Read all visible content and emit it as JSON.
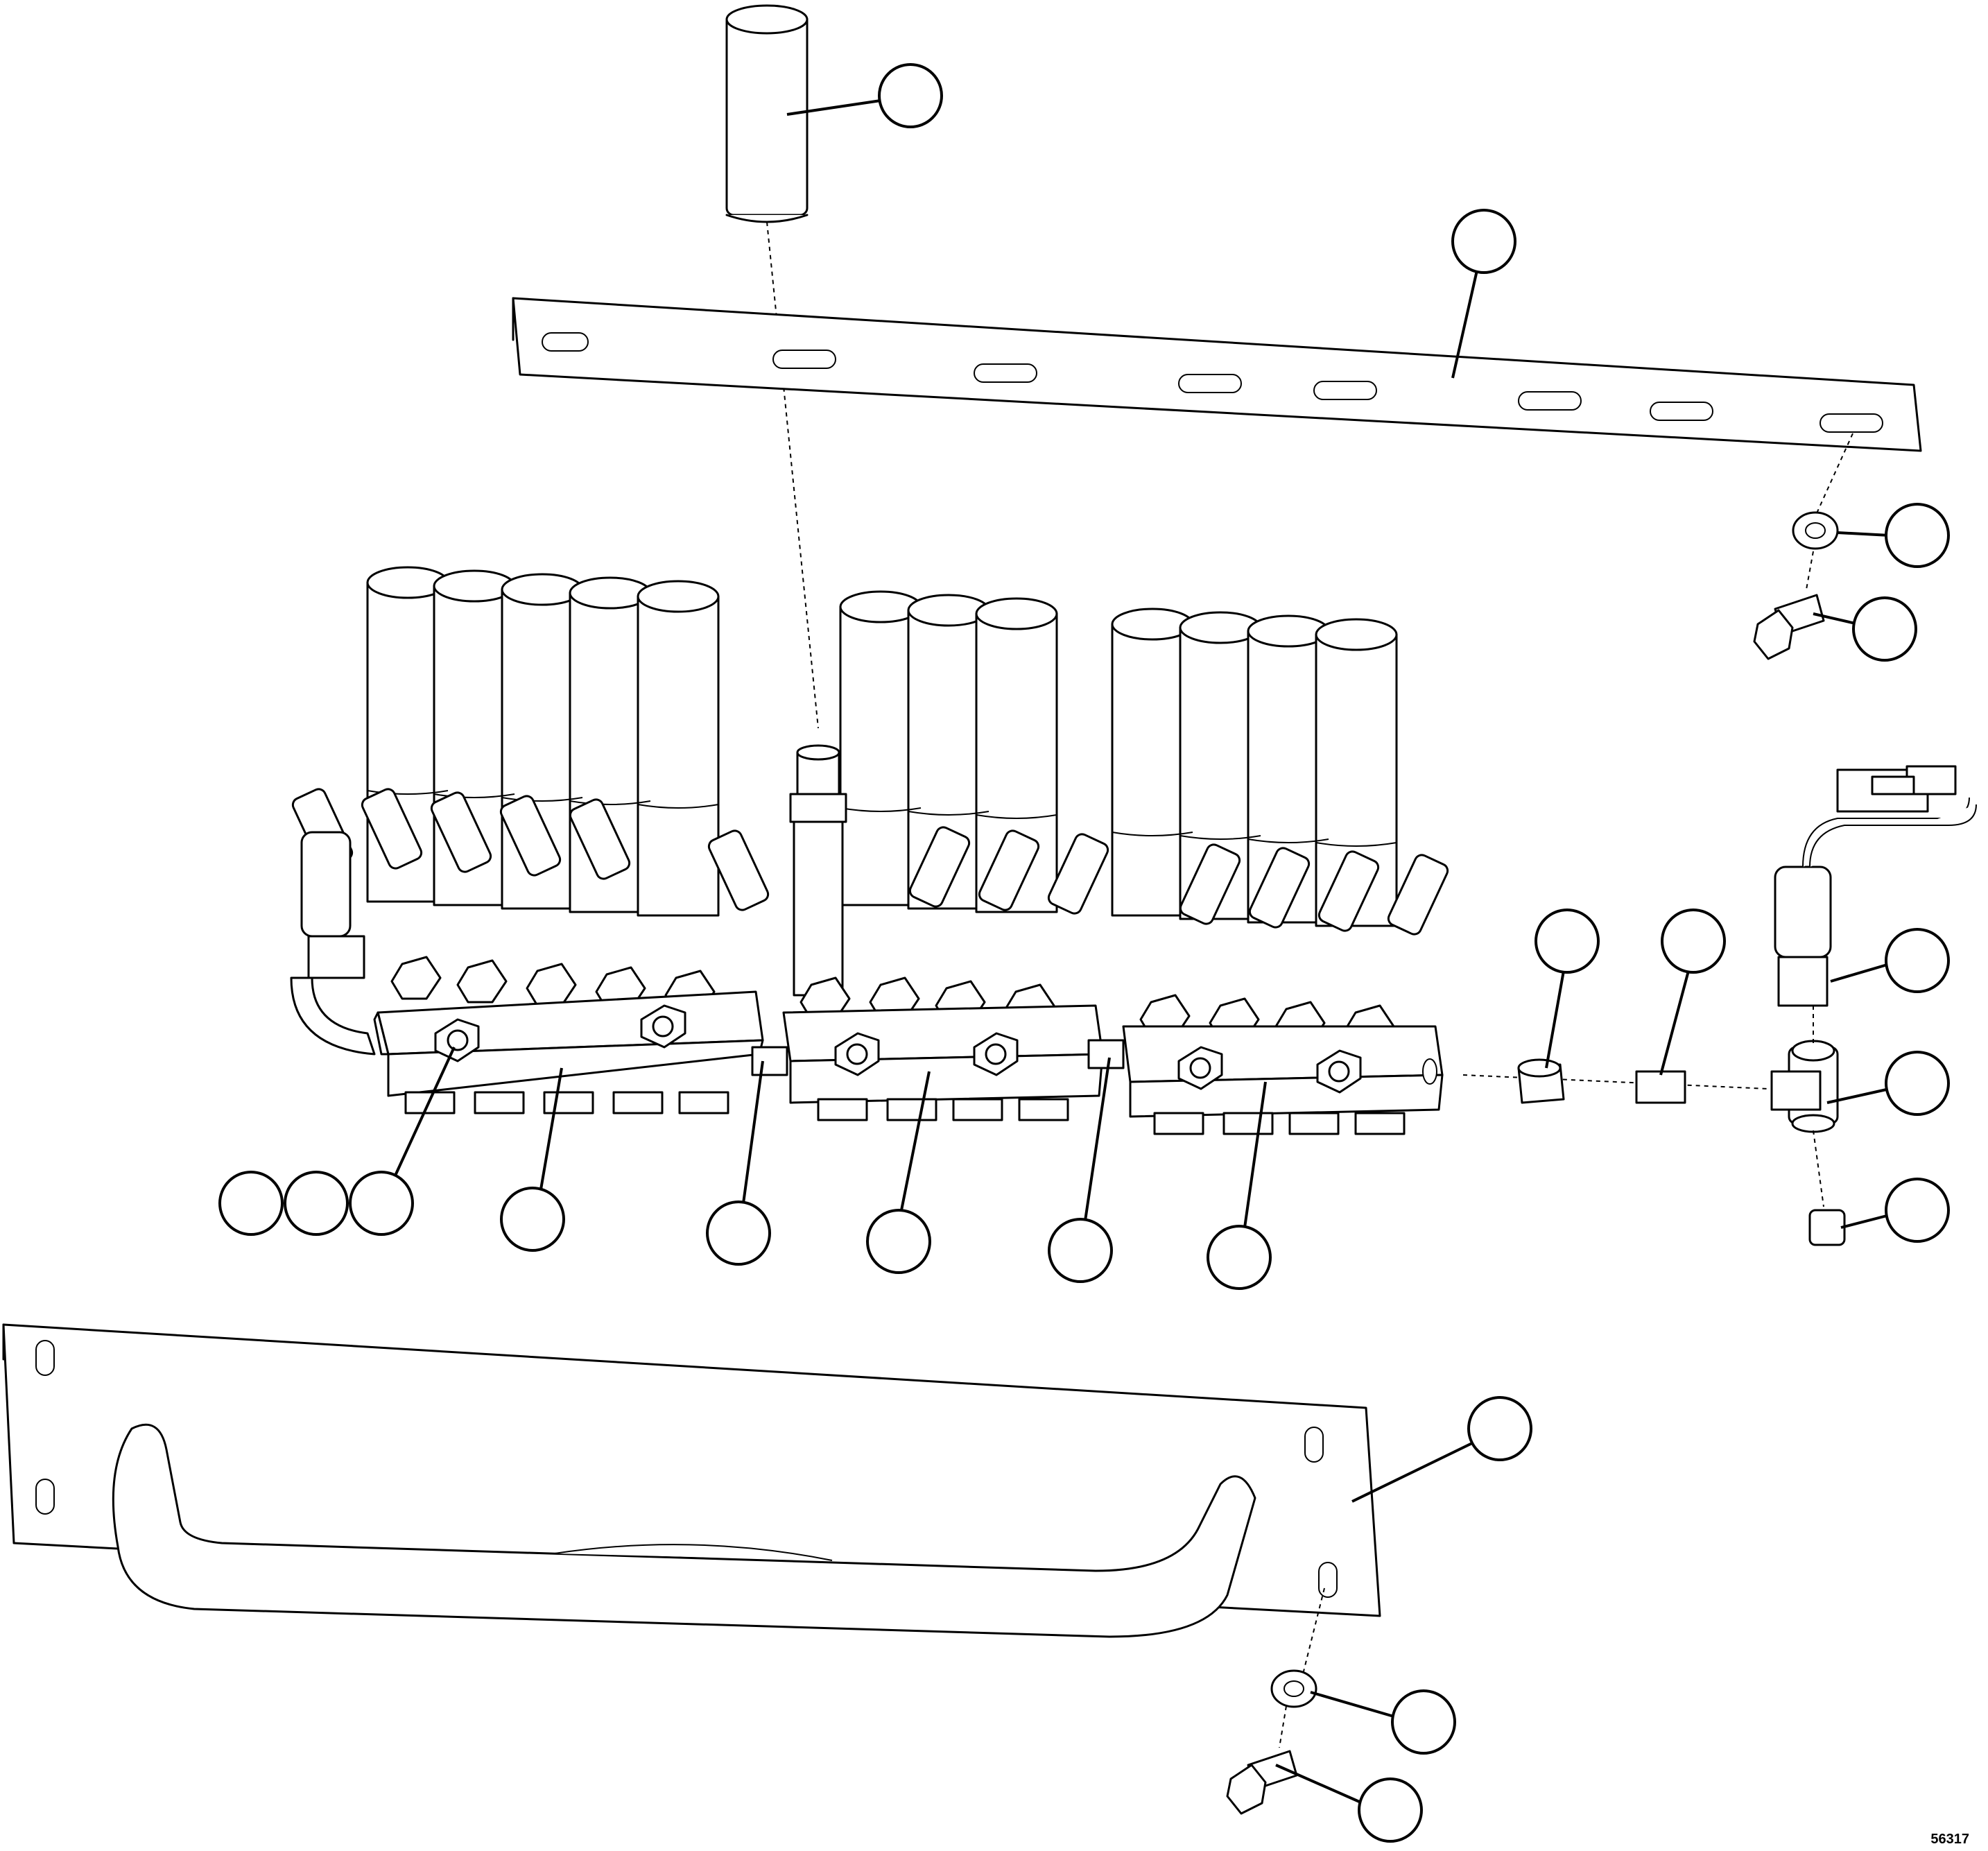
{
  "figure": {
    "number": "56317",
    "callouts": [
      {
        "id": "canister-callout"
      },
      {
        "id": "top-bar-callout"
      },
      {
        "id": "top-washer-callout"
      },
      {
        "id": "top-bolt-callout"
      },
      {
        "id": "sensor-callout"
      },
      {
        "id": "tee-callout"
      },
      {
        "id": "plug-callout"
      },
      {
        "id": "bushing-callout"
      },
      {
        "id": "nipple-callout"
      },
      {
        "id": "fitting-a-callout"
      },
      {
        "id": "fitting-b-callout"
      },
      {
        "id": "fitting-c-callout"
      },
      {
        "id": "manifold-left-callout"
      },
      {
        "id": "connector-left-callout"
      },
      {
        "id": "manifold-middle-callout"
      },
      {
        "id": "connector-right-callout"
      },
      {
        "id": "manifold-right-callout"
      },
      {
        "id": "bracket-callout"
      },
      {
        "id": "bottom-washer-callout"
      },
      {
        "id": "bottom-bolt-callout"
      }
    ]
  }
}
